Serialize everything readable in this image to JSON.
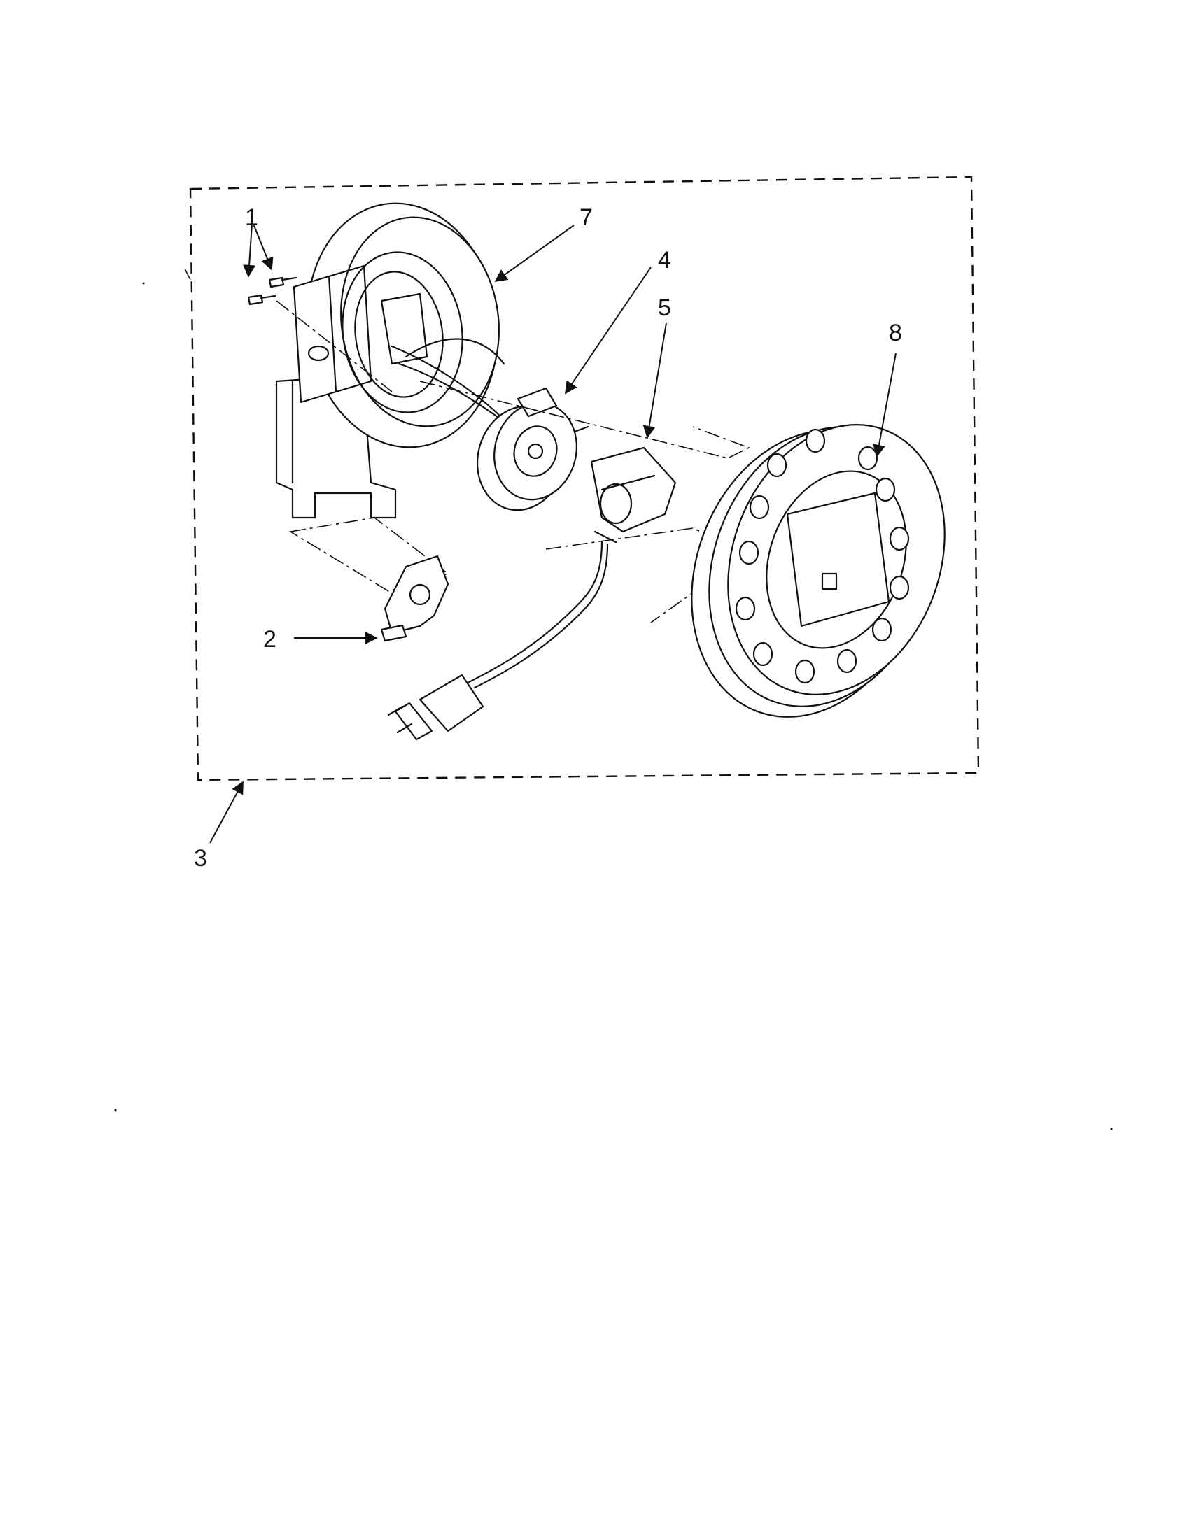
{
  "callouts": {
    "screws": "1",
    "latch": "2",
    "assembly": "3",
    "slip_ring": "4",
    "contact_housing": "5",
    "housing": "7",
    "reel": "8"
  }
}
